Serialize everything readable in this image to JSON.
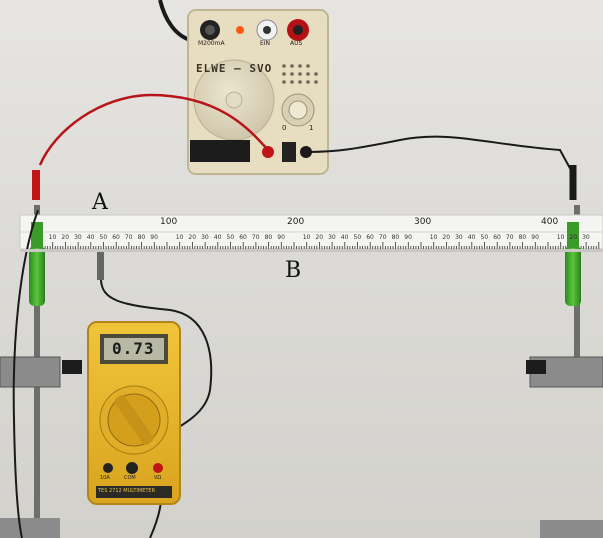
{
  "power_supply": {
    "labels": {
      "knob1": "M200mA",
      "knob2": "EIN",
      "knob3": "AUS"
    },
    "name": "ELWE – SVO",
    "dial_ticks": {
      "a": "0",
      "b": "1"
    }
  },
  "ruler": {
    "major_labels": [
      "100",
      "200",
      "300",
      "400"
    ],
    "minor_labels": [
      "10",
      "20",
      "30",
      "40",
      "50",
      "60",
      "70",
      "80",
      "90"
    ]
  },
  "annotations": {
    "point_a": "A",
    "point_b": "B"
  },
  "multimeter": {
    "display_value": "0.73",
    "brand_text": "TES 2712 MULTIMETER",
    "jack_labels": {
      "left": "10A",
      "com": "COM",
      "right": "VΩ"
    }
  },
  "colors": {
    "wire_red": "#b8151a",
    "wire_black": "#1a1a1a",
    "meter_yellow": "#e8b82a",
    "clamp_green": "#3fae2a"
  }
}
